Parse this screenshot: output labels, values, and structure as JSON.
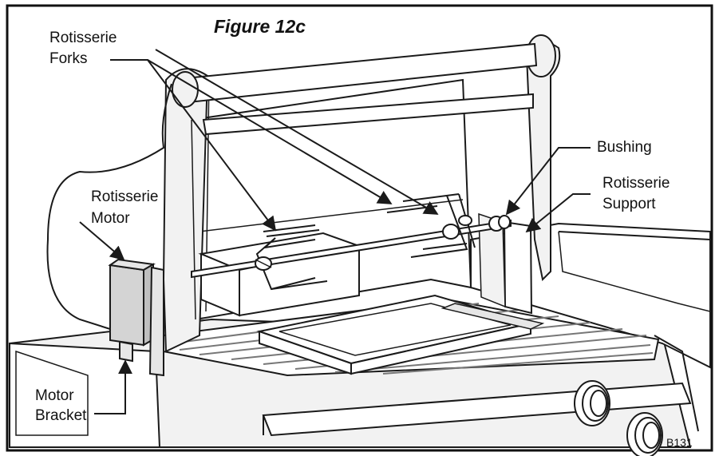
{
  "figure": {
    "title": "Figure 12c",
    "code": "B131"
  },
  "callouts": [
    {
      "id": "rotisserie-forks",
      "line1": "Rotisserie",
      "line2": "Forks"
    },
    {
      "id": "rotisserie-motor",
      "line1": "Rotisserie",
      "line2": "Motor"
    },
    {
      "id": "motor-bracket",
      "line1": "Motor",
      "line2": "Bracket"
    },
    {
      "id": "bushing",
      "line1": "Bushing",
      "line2": ""
    },
    {
      "id": "rotisserie-support",
      "line1": "Rotisserie",
      "line2": "Support"
    }
  ],
  "colors": {
    "line": "#1a1a1a",
    "grill_fill": "#f2f2f2",
    "motor_fill": "#d4d4d4",
    "grate": "#777777",
    "border": "#111111"
  }
}
